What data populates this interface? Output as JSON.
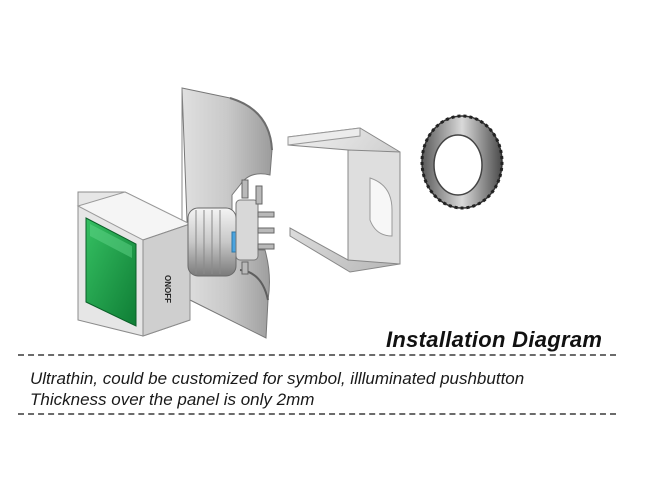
{
  "diagram": {
    "title": "Installation  Diagram",
    "description_lines": [
      "Ultrathin, could be customized for symbol, illluminated pushbutton",
      "Thickness over the panel is only 2mm"
    ],
    "body_label": "ONOFF"
  },
  "colors": {
    "lens_green": "#1fa24a",
    "lens_dark": "#0e7a34",
    "metal_light": "#e8e8e8",
    "metal_mid": "#bdbdbd",
    "metal_dark": "#555555",
    "accent_blue": "#4aa3df"
  }
}
